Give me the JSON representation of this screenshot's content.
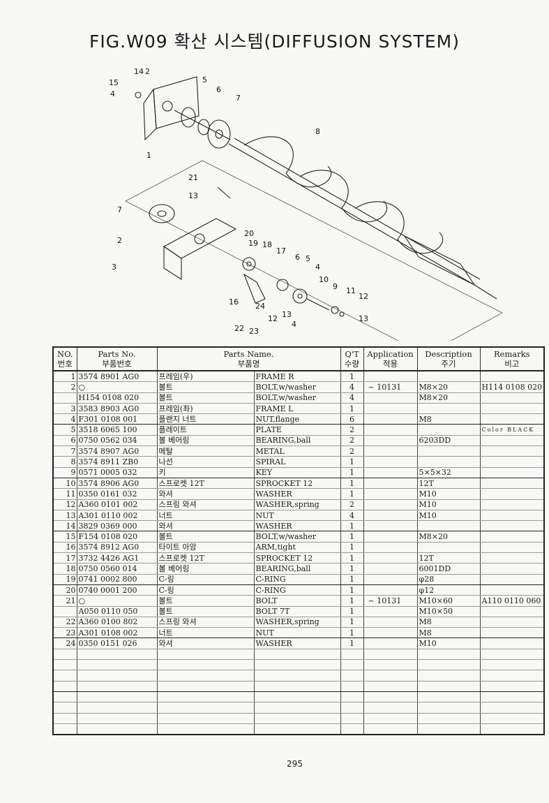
{
  "title": "FIG.W09 확산 시스템(DIFFUSION SYSTEM)",
  "page_number": "295",
  "diagram": {
    "callouts": [
      "14",
      "2",
      "15",
      "4",
      "5",
      "6",
      "7",
      "1",
      "8",
      "21",
      "13",
      "7",
      "2",
      "20",
      "19",
      "18",
      "17",
      "3",
      "6",
      "5",
      "4",
      "10",
      "9",
      "11",
      "12",
      "13",
      "16",
      "24",
      "12",
      "13",
      "4",
      "22",
      "23"
    ]
  },
  "table": {
    "headers": [
      [
        "NO.",
        "번호"
      ],
      [
        "Parts No.",
        "부품번호"
      ],
      [
        "Parts Name.",
        "부품명"
      ],
      [
        "Q'T",
        "수량"
      ],
      [
        "Application",
        "적용"
      ],
      [
        "Description",
        "주기"
      ],
      [
        "Remarks",
        "비고"
      ]
    ],
    "rows": [
      {
        "no": "1",
        "part": "3574 8901 AG0",
        "kor": "프레임(우)",
        "eng": "FRAME R",
        "qt": "1",
        "app": "",
        "desc": "",
        "rem": ""
      },
      {
        "no": "2",
        "part": "○",
        "kor": "볼트",
        "eng": "BOLT,w/washer",
        "qt": "4",
        "app": "~ 10131",
        "desc": "M8×20",
        "rem": "H114 0108 020"
      },
      {
        "no": "",
        "part": "H154 0108 020",
        "kor": "볼트",
        "eng": "BOLT,w/washer",
        "qt": "4",
        "app": "",
        "desc": "M8×20",
        "rem": ""
      },
      {
        "no": "3",
        "part": "3583 8903 AG0",
        "kor": "프레임(좌)",
        "eng": "FRAME L",
        "qt": "1",
        "app": "",
        "desc": "",
        "rem": ""
      },
      {
        "no": "4",
        "part": "F301 0108 001",
        "kor": "플랜지 너트",
        "eng": "NUT,flange",
        "qt": "6",
        "app": "",
        "desc": "M8",
        "rem": ""
      },
      {
        "no": "5",
        "part": "3518 6065 100",
        "kor": "플레이트",
        "eng": "PLATE",
        "qt": "2",
        "app": "",
        "desc": "",
        "rem": "Color BLACK"
      },
      {
        "no": "6",
        "part": "0750 0562 034",
        "kor": "볼 베어링",
        "eng": "BEARING,ball",
        "qt": "2",
        "app": "",
        "desc": "6203DD",
        "rem": ""
      },
      {
        "no": "7",
        "part": "3574 8907 AG0",
        "kor": "메탈",
        "eng": "METAL",
        "qt": "2",
        "app": "",
        "desc": "",
        "rem": ""
      },
      {
        "no": "8",
        "part": "3574 8911 ZB0",
        "kor": "나선",
        "eng": "SPIRAL",
        "qt": "1",
        "app": "",
        "desc": "",
        "rem": ""
      },
      {
        "no": "9",
        "part": "0571 0005 032",
        "kor": "키",
        "eng": "KEY",
        "qt": "1",
        "app": "",
        "desc": "5×5×32",
        "rem": ""
      },
      {
        "no": "10",
        "part": "3574 8906 AG0",
        "kor": "스프로켓 12T",
        "eng": "SPROCKET 12",
        "qt": "1",
        "app": "",
        "desc": "12T",
        "rem": ""
      },
      {
        "no": "11",
        "part": "0350 0161 032",
        "kor": "와셔",
        "eng": "WASHER",
        "qt": "1",
        "app": "",
        "desc": "M10",
        "rem": ""
      },
      {
        "no": "12",
        "part": "A360 0101 002",
        "kor": "스프링 와셔",
        "eng": "WASHER,spring",
        "qt": "2",
        "app": "",
        "desc": "M10",
        "rem": ""
      },
      {
        "no": "13",
        "part": "A301 0110 002",
        "kor": "너트",
        "eng": "NUT",
        "qt": "4",
        "app": "",
        "desc": "M10",
        "rem": ""
      },
      {
        "no": "14",
        "part": "3829 0369 000",
        "kor": "와셔",
        "eng": "WASHER",
        "qt": "1",
        "app": "",
        "desc": "",
        "rem": ""
      },
      {
        "no": "15",
        "part": "F154 0108 020",
        "kor": "볼트",
        "eng": "BOLT,w/washer",
        "qt": "1",
        "app": "",
        "desc": "M8×20",
        "rem": ""
      },
      {
        "no": "16",
        "part": "3574 8912 AG0",
        "kor": "타이트 아암",
        "eng": "ARM,tight",
        "qt": "1",
        "app": "",
        "desc": "",
        "rem": ""
      },
      {
        "no": "17",
        "part": "3732 4426 AG1",
        "kor": "스프로켓 12T",
        "eng": "SPROCKET 12",
        "qt": "1",
        "app": "",
        "desc": "12T",
        "rem": ""
      },
      {
        "no": "18",
        "part": "0750 0560 014",
        "kor": "볼 베어링",
        "eng": "BEARING,ball",
        "qt": "1",
        "app": "",
        "desc": "6001DD",
        "rem": ""
      },
      {
        "no": "19",
        "part": "0741 0002 800",
        "kor": "C-링",
        "eng": "C-RING",
        "qt": "1",
        "app": "",
        "desc": "φ28",
        "rem": ""
      },
      {
        "no": "20",
        "part": "0740 0001 200",
        "kor": "C-링",
        "eng": "C-RING",
        "qt": "1",
        "app": "",
        "desc": "φ12",
        "rem": ""
      },
      {
        "no": "21",
        "part": "○",
        "kor": "볼트",
        "eng": "BOLT",
        "qt": "1",
        "app": "~ 10131",
        "desc": "M10×60",
        "rem": "A110 0110 060"
      },
      {
        "no": "",
        "part": "A050 0110 050",
        "kor": "볼트",
        "eng": "BOLT 7T",
        "qt": "1",
        "app": "",
        "desc": "M10×50",
        "rem": ""
      },
      {
        "no": "22",
        "part": "A360 0100 802",
        "kor": "스프링 와셔",
        "eng": "WASHER,spring",
        "qt": "1",
        "app": "",
        "desc": "M8",
        "rem": ""
      },
      {
        "no": "23",
        "part": "A301 0108 002",
        "kor": "너트",
        "eng": "NUT",
        "qt": "1",
        "app": "",
        "desc": "M8",
        "rem": ""
      },
      {
        "no": "24",
        "part": "0350 0151 026",
        "kor": "와셔",
        "eng": "WASHER",
        "qt": "1",
        "app": "",
        "desc": "M10",
        "rem": ""
      }
    ]
  }
}
